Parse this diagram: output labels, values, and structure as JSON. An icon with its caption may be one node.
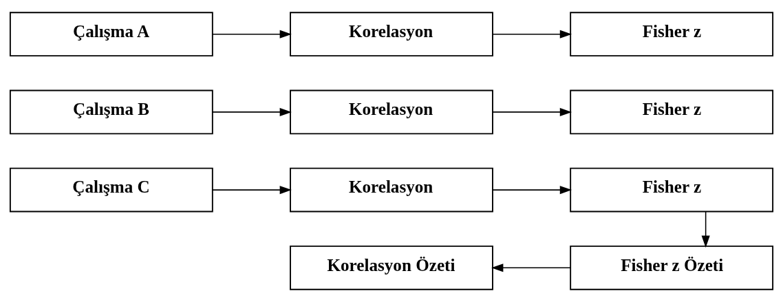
{
  "diagram": {
    "nodes": [
      {
        "text": [
          "Çalışma A"
        ]
      },
      {
        "text": [
          "Korelasyon"
        ]
      },
      {
        "text": [
          "Fisher z"
        ]
      },
      {
        "text": [
          "Çalışma B"
        ]
      },
      {
        "text": [
          "Korelasyon"
        ]
      },
      {
        "text": [
          "Fisher z"
        ]
      },
      {
        "text": [
          "Çalışma C"
        ]
      },
      {
        "text": [
          "Korelasyon"
        ]
      },
      {
        "text": [
          "Fisher z"
        ]
      },
      {
        "text": [
          "Korelasyon Özeti"
        ]
      },
      {
        "text": [
          "Fisher z Özeti"
        ]
      }
    ],
    "edges": [
      {
        "from": 0,
        "to": 1,
        "arrow": "to"
      },
      {
        "from": 1,
        "to": 2,
        "arrow": "to"
      },
      {
        "from": 3,
        "to": 4,
        "arrow": "to"
      },
      {
        "from": 4,
        "to": 5,
        "arrow": "to"
      },
      {
        "from": 6,
        "to": 7,
        "arrow": "to"
      },
      {
        "from": 7,
        "to": 8,
        "arrow": "to"
      },
      {
        "from": 8,
        "to": 10,
        "arrow": "to"
      },
      {
        "from": 10,
        "to": 9,
        "arrow": "to"
      }
    ]
  }
}
